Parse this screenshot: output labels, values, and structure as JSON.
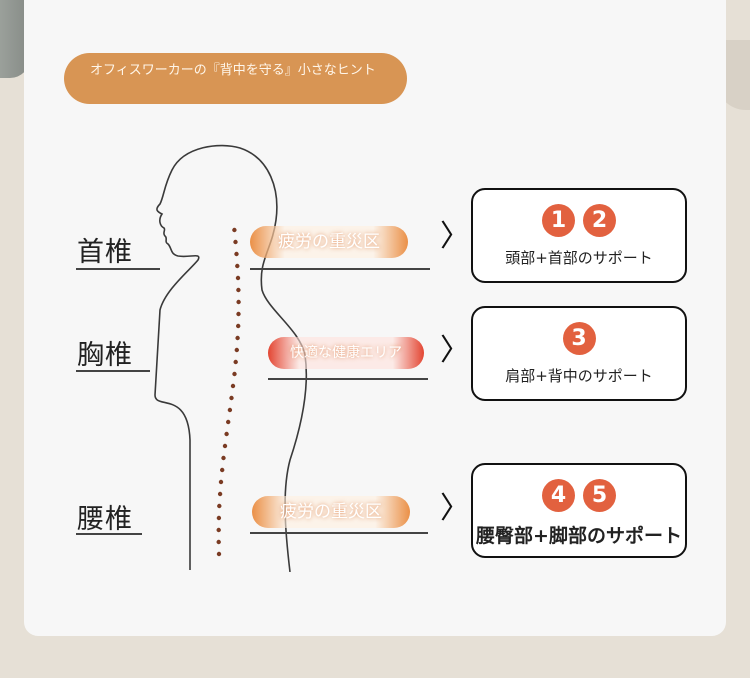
{
  "title": "オフィスワーカーの『背中を守る』小さなヒント",
  "regions": {
    "neck": {
      "label": "首椎",
      "zone": "疲労の重災区",
      "numbers": [
        "1",
        "2"
      ],
      "caption": "頭部+首部のサポート"
    },
    "thoracic": {
      "label": "胸椎",
      "zone": "快適な健康エリア",
      "numbers": [
        "3"
      ],
      "caption": "肩部+背中のサポート"
    },
    "lumbar": {
      "label": "腰椎",
      "zone": "疲労の重災区",
      "numbers": [
        "4",
        "5"
      ],
      "caption": "腰臀部+脚部のサポート"
    }
  },
  "chevron": "〉",
  "colors": {
    "title_pill": "#d89554",
    "number_badge": "#e2613f",
    "zone_orange": "#e98534",
    "zone_red": "#e23c28",
    "spine_dots": "#7a3b23"
  }
}
